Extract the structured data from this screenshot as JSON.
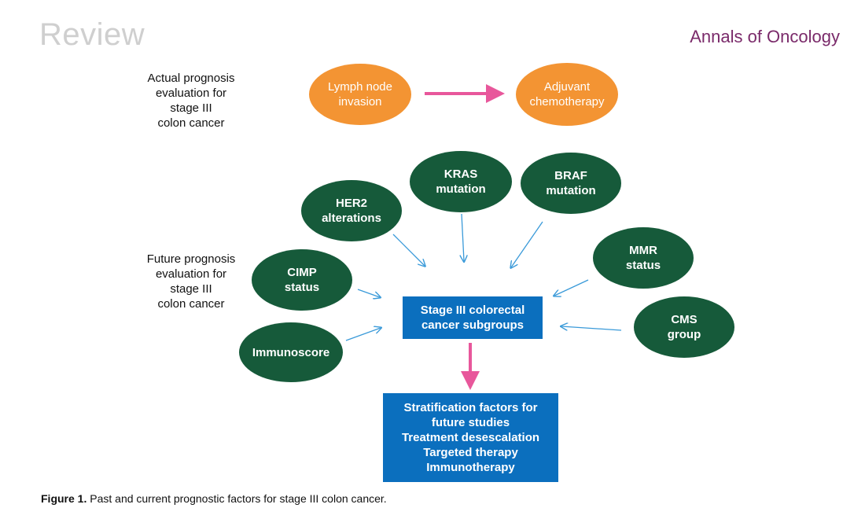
{
  "header": {
    "section": "Review",
    "journal": "Annals of Oncology"
  },
  "actual_label": [
    "Actual prognosis",
    "evaluation for",
    "stage III",
    "colon cancer"
  ],
  "future_label": [
    "Future prognosis",
    "evaluation for",
    "stage III",
    "colon cancer"
  ],
  "actual_nodes": {
    "lymph": [
      "Lymph node",
      "invasion"
    ],
    "adjuvant": [
      "Adjuvant",
      "chemotherapy"
    ]
  },
  "factors": {
    "her2": [
      "HER2",
      "alterations"
    ],
    "kras": [
      "KRAS",
      "mutation"
    ],
    "braf": [
      "BRAF",
      "mutation"
    ],
    "mmr": [
      "MMR",
      "status"
    ],
    "cimp": [
      "CIMP",
      "status"
    ],
    "immunoscore": [
      "Immunoscore"
    ],
    "cms": [
      "CMS",
      "group"
    ]
  },
  "center_box": [
    "Stage III colorectal",
    "cancer subgroups"
  ],
  "outcome_box": [
    "Stratification factors for",
    "future studies",
    "Treatment desescalation",
    "Targeted therapy",
    "Immunotherapy"
  ],
  "caption": {
    "label": "Figure 1.",
    "text": " Past and current prognostic factors for stage III colon cancer."
  },
  "colors": {
    "orange": "#f39433",
    "green": "#165a3a",
    "blue": "#0b6fbe",
    "pink_arrow": "#e8579b",
    "thin_arrow": "#3a9ad9"
  }
}
